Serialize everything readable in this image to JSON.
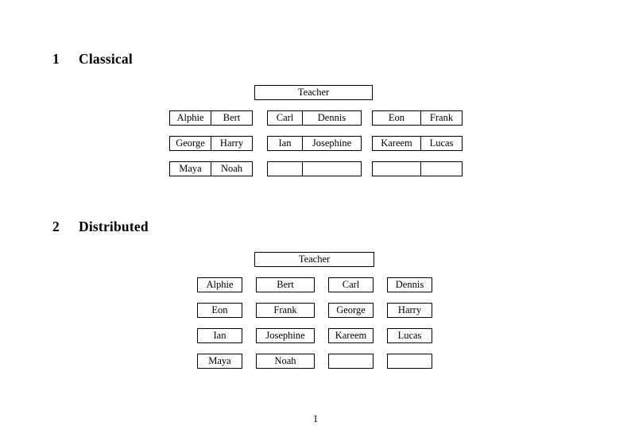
{
  "document": {
    "page_number": "1",
    "sections": [
      {
        "number": "1",
        "title": "Classical",
        "teacher_label": "Teacher",
        "groups": [
          {
            "name": "group-1",
            "rows": [
              [
                "Alphie",
                "Bert"
              ],
              [
                "George",
                "Harry"
              ],
              [
                "Maya",
                "Noah"
              ]
            ]
          },
          {
            "name": "group-2",
            "rows": [
              [
                "Carl",
                "Dennis"
              ],
              [
                "Ian",
                "Josephine"
              ],
              [
                "",
                ""
              ]
            ]
          },
          {
            "name": "group-3",
            "rows": [
              [
                "Eon",
                "Frank"
              ],
              [
                "Kareem",
                "Lucas"
              ],
              [
                "",
                ""
              ]
            ]
          }
        ]
      },
      {
        "number": "2",
        "title": "Distributed",
        "teacher_label": "Teacher",
        "rows": [
          [
            "Alphie",
            "Bert",
            "Carl",
            "Dennis"
          ],
          [
            "Eon",
            "Frank",
            "George",
            "Harry"
          ],
          [
            "Ian",
            "Josephine",
            "Kareem",
            "Lucas"
          ],
          [
            "Maya",
            "Noah",
            "",
            ""
          ]
        ]
      }
    ]
  },
  "colors": {
    "page_background": "#ffffff",
    "text": "#000000",
    "box_border": "#000000"
  }
}
